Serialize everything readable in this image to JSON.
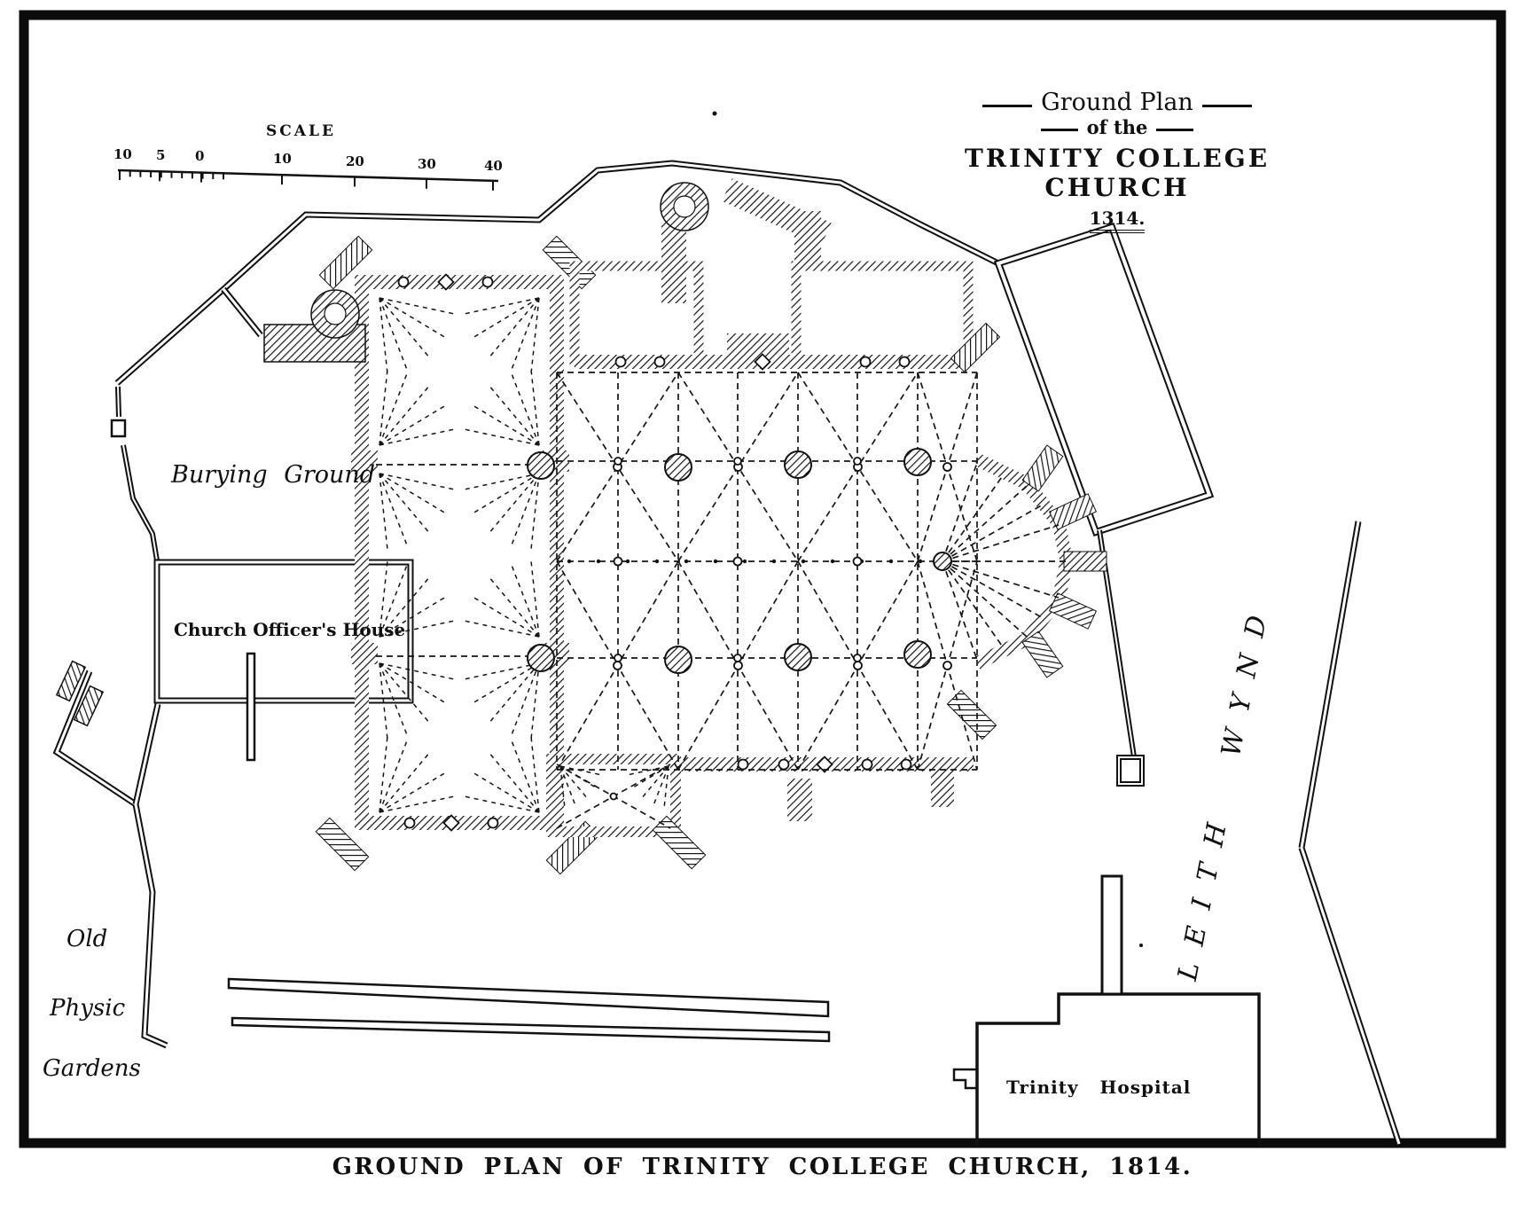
{
  "colors": {
    "ink": "#101010",
    "paper": "#ffffff"
  },
  "title_block": {
    "line1": "Ground Plan",
    "line2": "of the",
    "line3": "TRINITY COLLEGE CHURCH",
    "date": "1314."
  },
  "scale_bar": {
    "label": "SCALE",
    "ticks": [
      "10",
      "5",
      "0",
      "10",
      "20",
      "30",
      "40"
    ]
  },
  "labels": {
    "burying_ground": "Burying Ground",
    "church_officers_house": "Church Officer's House",
    "old_physic_gardens": {
      "line1": "Old",
      "line2": "Physic",
      "line3": "Gardens"
    },
    "trinity_hospital": "Trinity Hospital",
    "leith_wynd": "LEITH WYND"
  },
  "caption": "GROUND PLAN OF TRINITY COLLEGE CHURCH, 1814."
}
